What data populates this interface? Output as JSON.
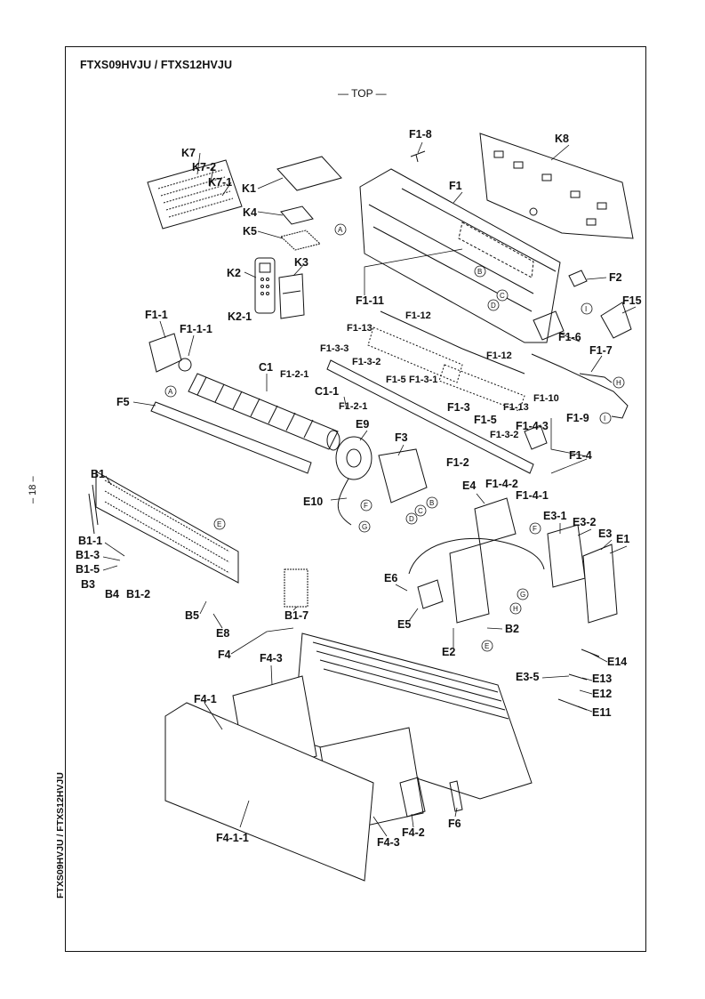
{
  "title": "FTXS09HVJU / FTXS12HVJU",
  "view_label": "— TOP —",
  "side_model": "FTXS09HVJU / FTXS12HVJU",
  "page_number": "– 18 –",
  "part_labels": {
    "K7": "K7",
    "K7-2": "K7-2",
    "K7-1": "K7-1",
    "K1": "K1",
    "K4": "K4",
    "K5": "K5",
    "K2": "K2",
    "K3": "K3",
    "K2-1": "K2-1",
    "K8": "K8",
    "F1-8": "F1-8",
    "F1": "F1",
    "F2": "F2",
    "F15": "F15",
    "F1-11": "F1-11",
    "F1-13a": "F1-13",
    "F1-12a": "F1-12",
    "F1-6": "F1-6",
    "F1-7": "F1-7",
    "F1-1": "F1-1",
    "F1-1-1": "F1-1-1",
    "C1": "C1",
    "F1-3-3": "F1-3-3",
    "F1-2-1a": "F1-2-1",
    "F1-3-2a": "F1-3-2",
    "F1-5a": "F1-5",
    "F1-3-1": "F1-3-1",
    "F1-12b": "F1-12",
    "F1-10": "F1-10",
    "F1-13b": "F1-13",
    "F1-9": "F1-9",
    "F5": "F5",
    "C1-1": "C1-1",
    "F1-2-1b": "F1-2-1",
    "F1-3": "F1-3",
    "F1-5b": "F1-5",
    "F1-4-3": "F1-4-3",
    "F1-3-2b": "F1-3-2",
    "F1-4": "F1-4",
    "F1-2": "F1-2",
    "F1-4-2": "F1-4-2",
    "F1-4-1": "F1-4-1",
    "E9": "E9",
    "F3": "F3",
    "E10": "E10",
    "B1": "B1",
    "E4": "E4",
    "E3-1": "E3-1",
    "E3-2": "E3-2",
    "E3": "E3",
    "E1": "E1",
    "B1-1": "B1-1",
    "B1-3": "B1-3",
    "B1-5": "B1-5",
    "B3": "B3",
    "B4": "B4",
    "B1-2": "B1-2",
    "B5": "B5",
    "B1-7": "B1-7",
    "E8": "E8",
    "E6": "E6",
    "E5": "E5",
    "B2": "B2",
    "E2": "E2",
    "F4": "F4",
    "F4-3a": "F4-3",
    "F4-1": "F4-1",
    "E14": "E14",
    "E3-5": "E3-5",
    "E13": "E13",
    "E12": "E12",
    "E11": "E11",
    "F4-1-1": "F4-1-1",
    "F4-3b": "F4-3",
    "F4-2": "F4-2",
    "F6": "F6"
  },
  "connector_refs": [
    "A",
    "A",
    "B",
    "B",
    "C",
    "C",
    "D",
    "D",
    "E",
    "E",
    "F",
    "F",
    "G",
    "G",
    "H",
    "H",
    "I",
    "I"
  ]
}
